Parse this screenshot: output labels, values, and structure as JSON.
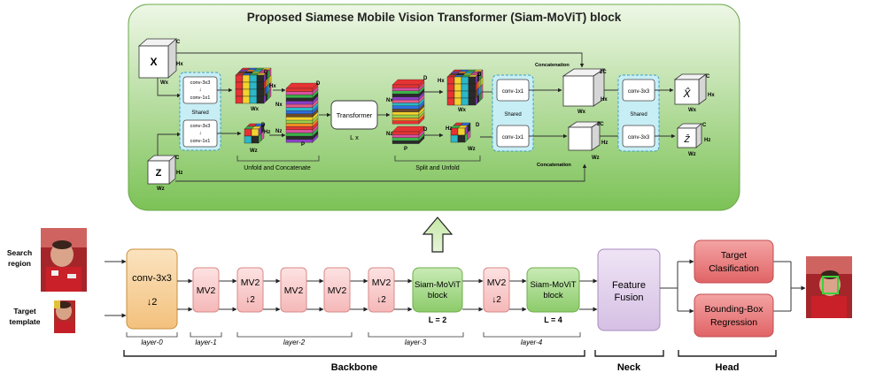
{
  "block": {
    "title": "Proposed Siamese Mobile Vision Transformer (Siam-MoViT) block",
    "x_input": {
      "label": "X",
      "c": "C",
      "h": "Hx",
      "w": "Wx"
    },
    "z_input": {
      "label": "Z",
      "c": "C",
      "h": "Hz",
      "w": "Wz"
    },
    "conv_pair_top": "conv-3x3",
    "conv_pair_bottom": "conv-1x1",
    "arrow_down": "↓",
    "shared": "Shared",
    "unfold_concat": "Unfold and Concatenate",
    "split_unfold": "Split and Unfold",
    "transformer": "Transformer",
    "lx": "L x",
    "conv1x1": "conv-1x1",
    "conv3x3": "conv-3x3",
    "concatenation": "Concatenation",
    "dims": {
      "D": "D",
      "Hx": "Hx",
      "Wx": "Wx",
      "Hz": "Hz",
      "Wz": "Wz",
      "Nx": "Nx",
      "Nz": "Nz",
      "P": "P",
      "C2": "2C",
      "C": "C"
    },
    "x_hat": "X̂",
    "z_hat": "Ẑ"
  },
  "pipeline": {
    "search_region": "Search region",
    "target_template": "Target template",
    "conv_label": "conv-3x3",
    "down2": "↓2",
    "mv2": "MV2",
    "siam_movit_line1": "Siam-MoViT",
    "siam_movit_line2": "block",
    "l2": "L = 2",
    "l4": "L = 4",
    "feature_fusion_line1": "Feature",
    "feature_fusion_line2": "Fusion",
    "target_cls_line1": "Target",
    "target_cls_line2": "Clasification",
    "bbox_line1": "Bounding-Box",
    "bbox_line2": "Regression",
    "layers": [
      "layer-0",
      "layer-1",
      "layer-2",
      "layer-3",
      "layer-4"
    ],
    "backbone": "Backbone",
    "neck": "Neck",
    "head": "Head"
  },
  "colors": {
    "green_panel_top": "#eef7e6",
    "green_panel_bottom": "#78c04f",
    "orange": "#f9d9a8",
    "pink": "#f9cccc",
    "green_block": "#a6d98a",
    "lavender": "#e4d3ee",
    "red": "#e8787a",
    "cyan": "#c8eef5"
  }
}
